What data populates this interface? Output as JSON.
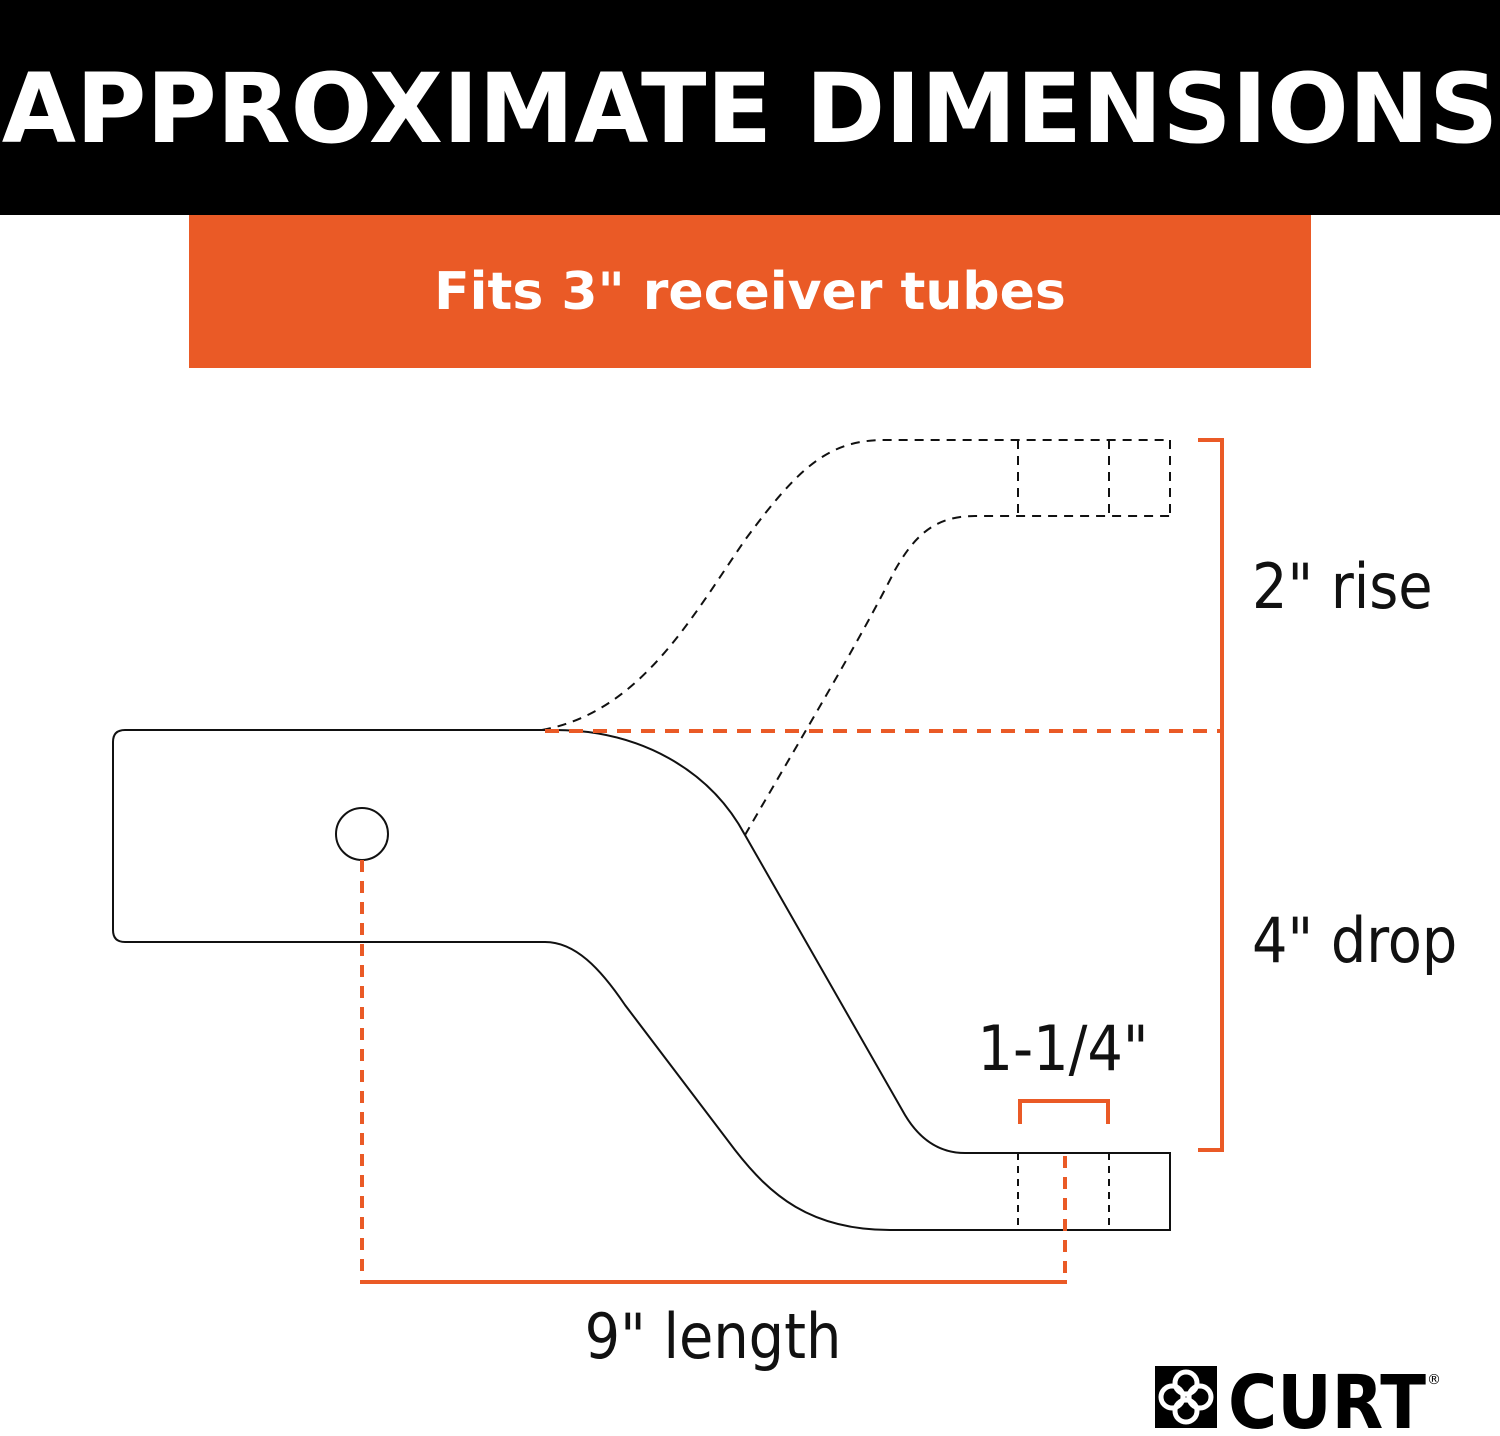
{
  "header": {
    "title": "APPROXIMATE DIMENSIONS"
  },
  "subtitle": {
    "text": "Fits 3\" receiver tubes"
  },
  "dimensions": {
    "rise": "2\" rise",
    "drop": "4\" drop",
    "hole": "1-1/4\"",
    "length": "9\" length"
  },
  "brand": {
    "name": "CURT",
    "registered": "®",
    "icon": "curt-logo-icon"
  },
  "colors": {
    "header_bg": "#000000",
    "accent": "#ea5a26",
    "text": "#111111"
  }
}
